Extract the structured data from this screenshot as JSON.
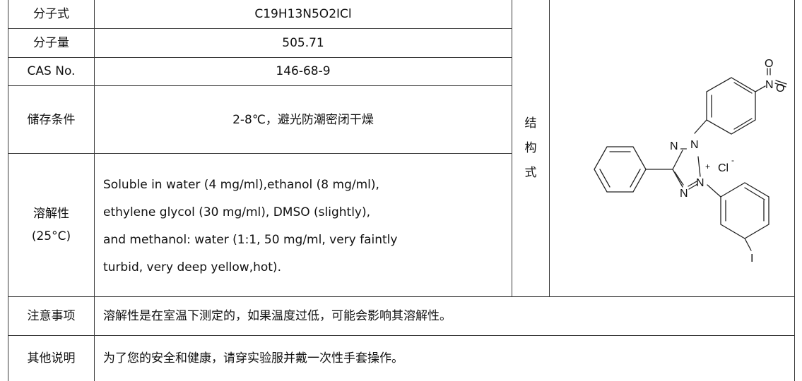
{
  "rows": {
    "formula": {
      "label": "分子式",
      "value": "C19H13N5O2ICl"
    },
    "weight": {
      "label": "分子量",
      "value": "505.71"
    },
    "cas": {
      "label": "CAS No.",
      "value": "146-68-9"
    },
    "storage": {
      "label": "储存条件",
      "value": "2-8℃，避光防潮密闭干燥"
    },
    "solubility": {
      "label_line1": "溶解性",
      "label_line2": "(25°C)",
      "lines": [
        "Soluble in water (4 mg/ml),ethanol (8 mg/ml),",
        "ethylene glycol (30 mg/ml), DMSO (slightly),",
        "and methanol: water (1:1, 50 mg/ml, very faintly",
        "turbid, very deep yellow,hot)."
      ]
    },
    "notes": {
      "label": "注意事项",
      "value": "溶解性是在室温下测定的，如果温度过低，可能会影响其溶解性。"
    },
    "other": {
      "label": "其他说明",
      "value": "为了您的安全和健康，请穿实验服并戴一次性手套操作。"
    }
  },
  "structure": {
    "label_chars": [
      "结",
      "构",
      "式"
    ],
    "atoms": {
      "o_top": "O",
      "n_nitro": "N",
      "o_right": "O",
      "n_a": "N",
      "dash_a": "–",
      "n_b": "N",
      "plus": "+",
      "n_c": "N",
      "n_d": "N",
      "cl": "Cl",
      "cl_charge": "-",
      "iodine": "I"
    }
  }
}
